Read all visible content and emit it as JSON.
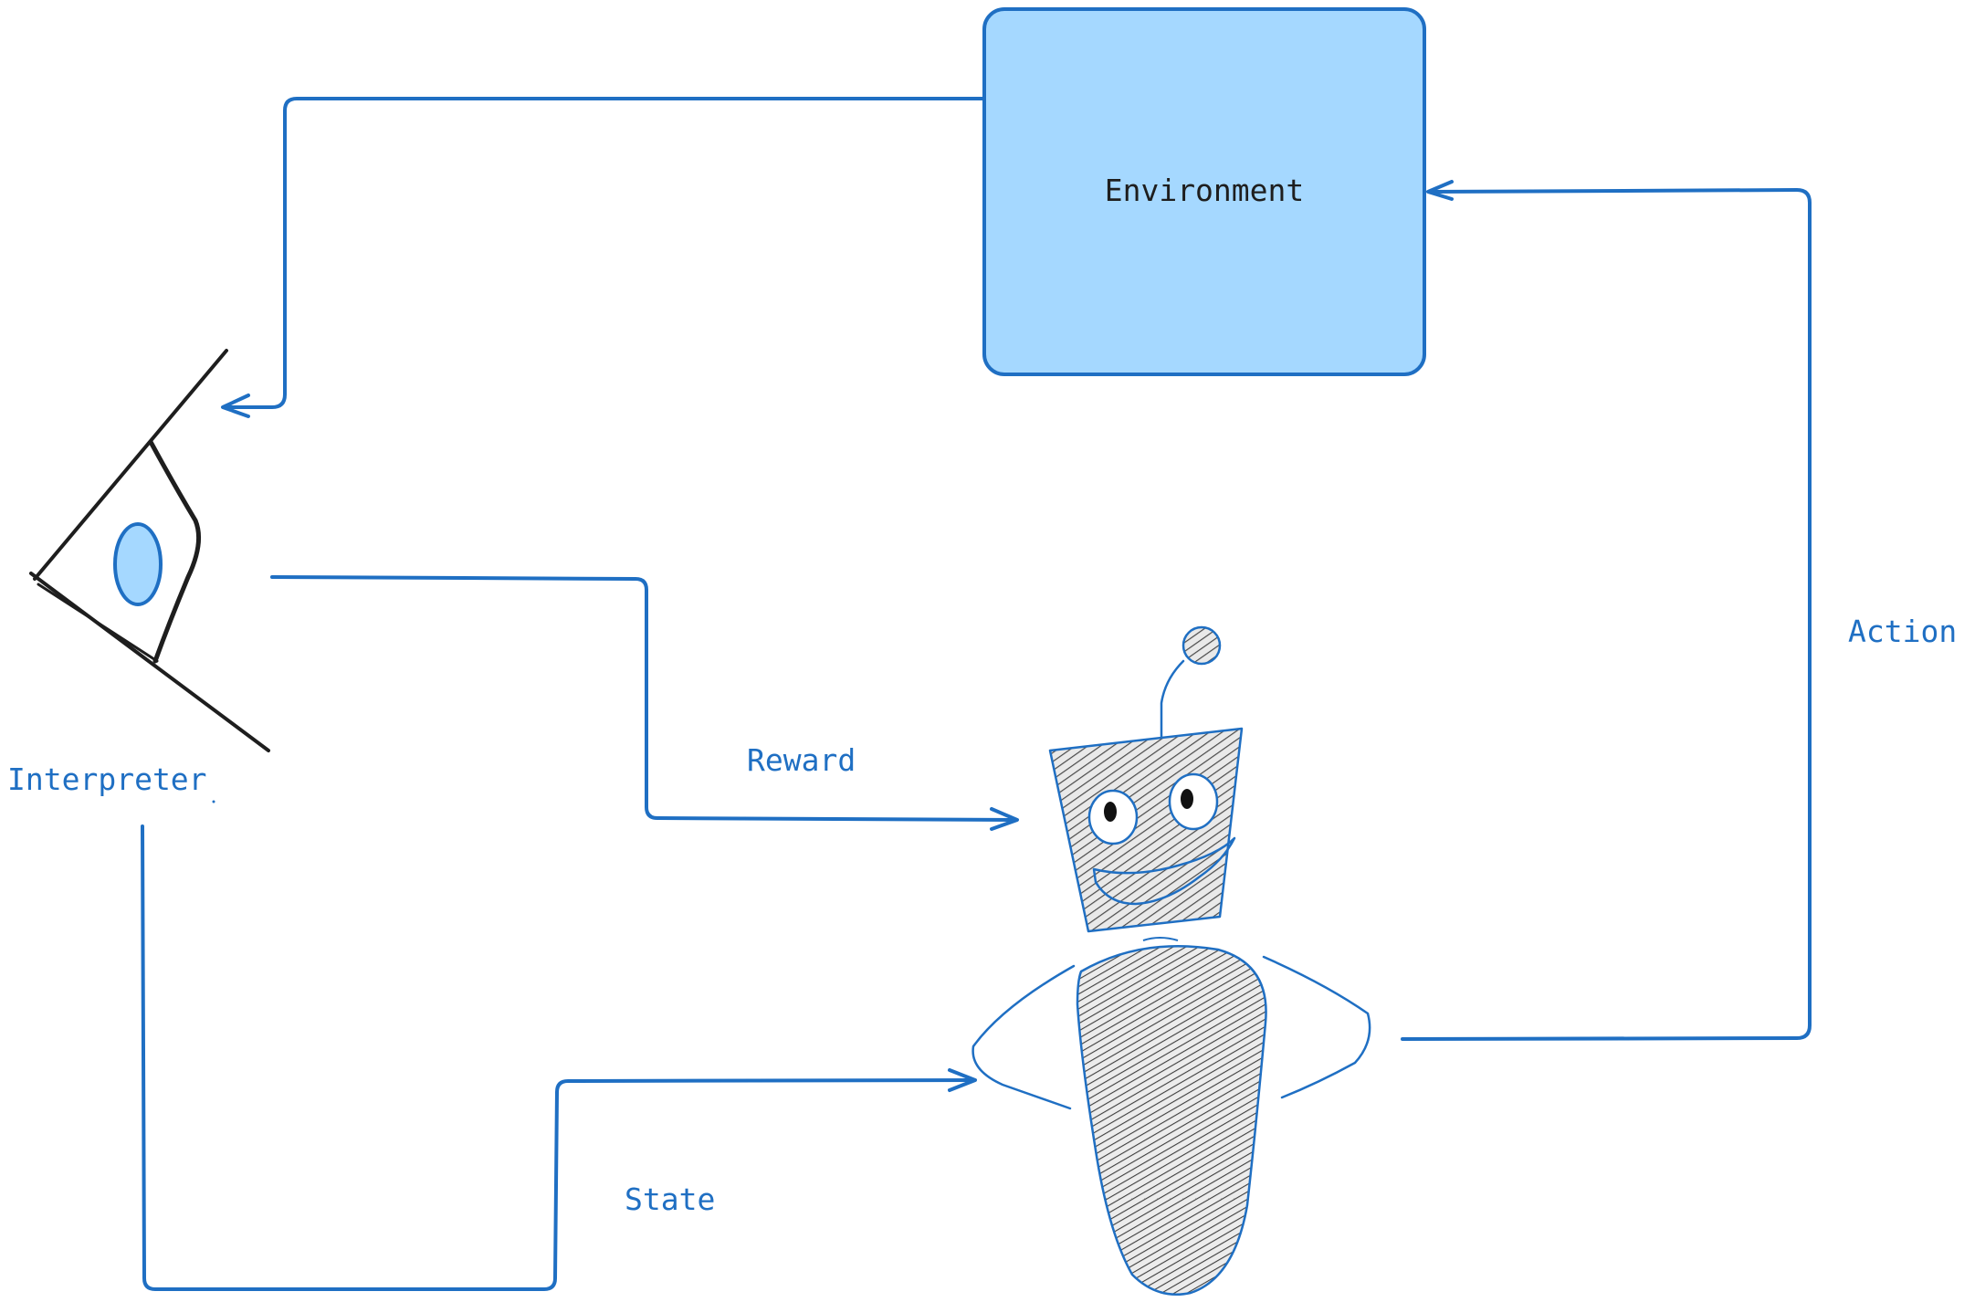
{
  "colors": {
    "accent": "#1f6fc3",
    "box_fill": "#a5d8ff",
    "ink": "#1e1e1e",
    "hatch": "#555555",
    "robot_fill": "#e6e6e6"
  },
  "nodes": {
    "environment": {
      "label": "Environment"
    },
    "interpreter": {
      "label": "Interpreter",
      "icon": "eye-icon"
    },
    "agent": {
      "icon": "robot-icon"
    }
  },
  "edges": {
    "environment_to_interpreter": {
      "from": "Environment",
      "to": "Interpreter"
    },
    "reward": {
      "label": "Reward",
      "from": "Interpreter",
      "to": "Agent"
    },
    "state": {
      "label": "State",
      "from": "Interpreter",
      "to": "Agent"
    },
    "action": {
      "label": "Action",
      "from": "Agent",
      "to": "Environment"
    }
  }
}
